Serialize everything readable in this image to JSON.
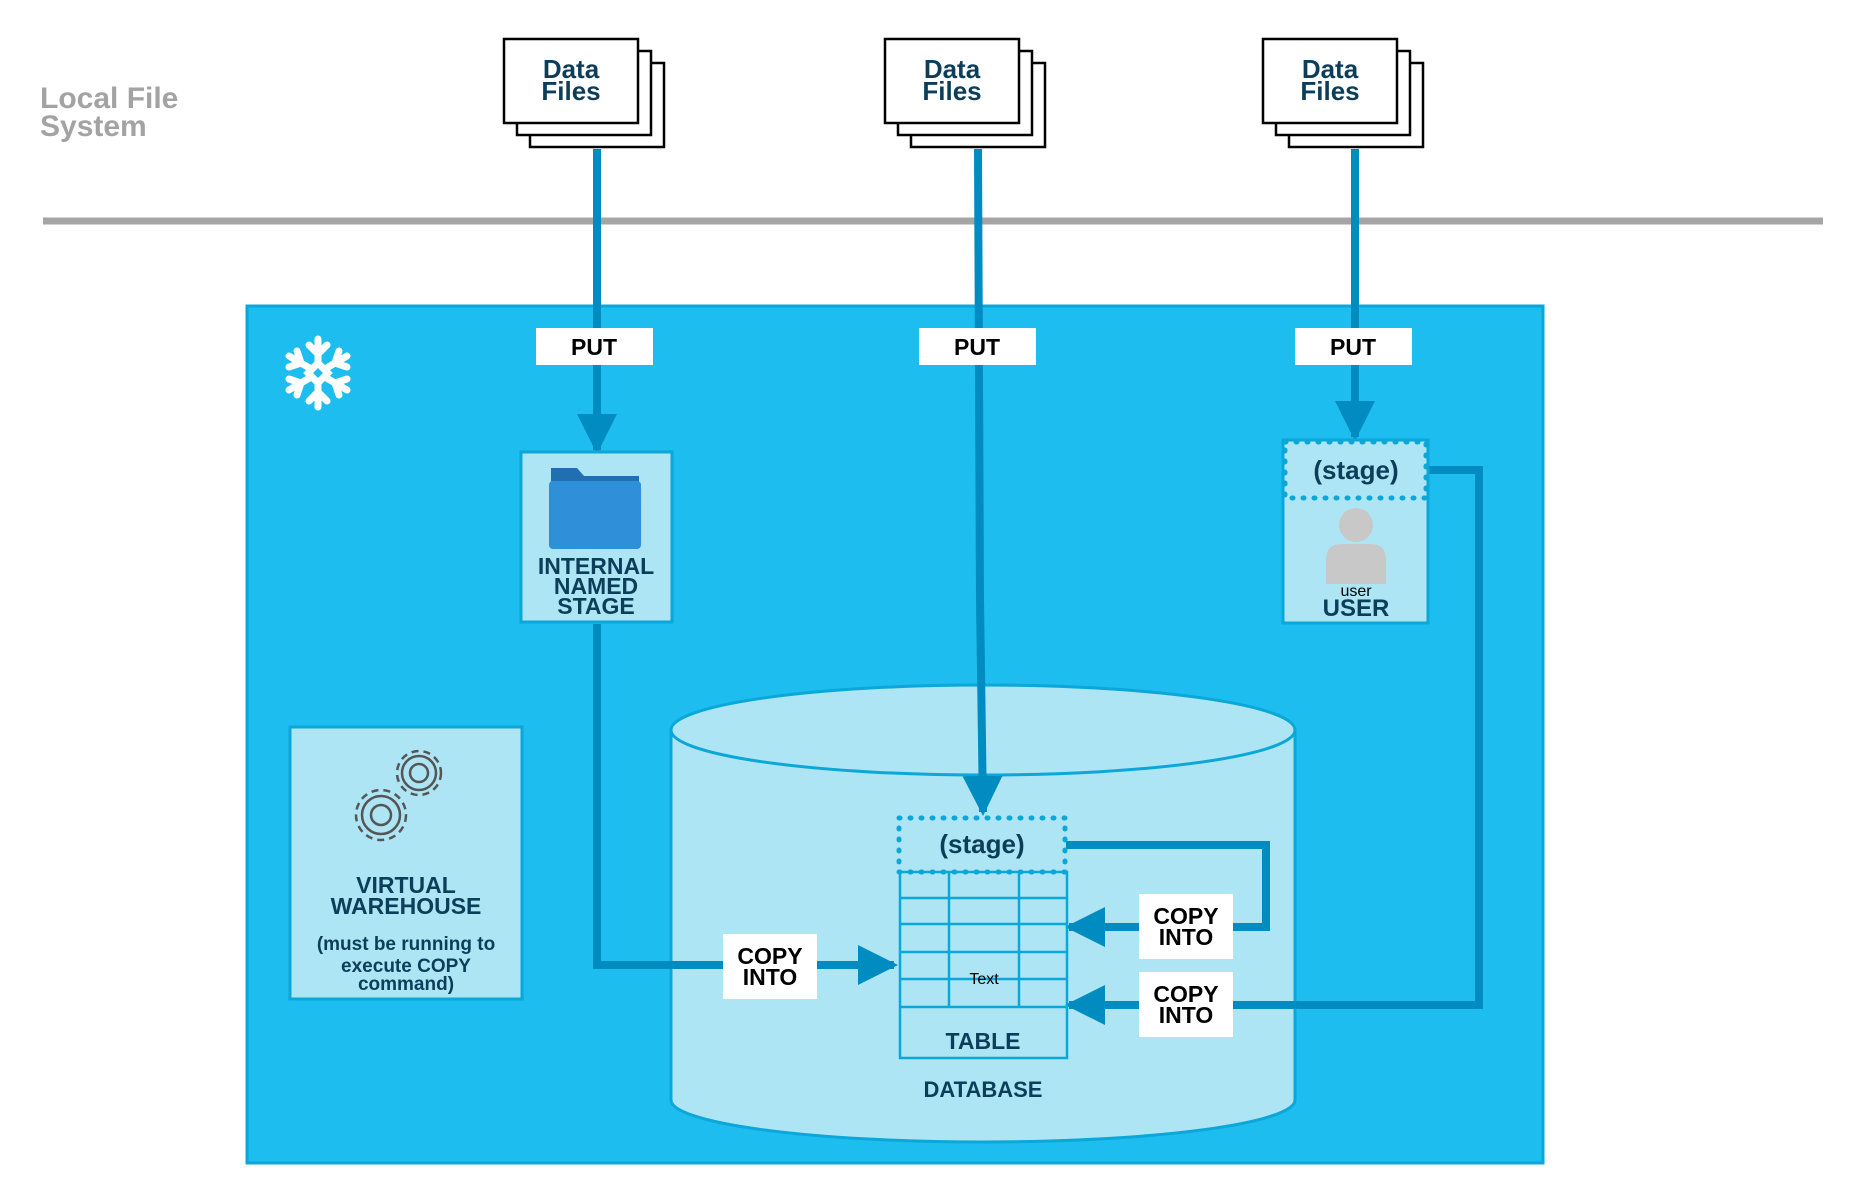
{
  "labels": {
    "local_fs": [
      "Local File",
      "System"
    ],
    "data_files": [
      "Data",
      "Files"
    ],
    "put": "PUT",
    "internal_named_stage": [
      "INTERNAL",
      "NAMED",
      "STAGE"
    ],
    "stage": "(stage)",
    "user_caption": "user",
    "user": "USER",
    "virtual_warehouse": [
      "VIRTUAL",
      "WAREHOUSE"
    ],
    "warehouse_note": [
      "(must be running to",
      "execute COPY",
      "command)"
    ],
    "copy_into": [
      "COPY",
      "INTO"
    ],
    "table_cell_text": "Text",
    "table": "TABLE",
    "database": "DATABASE"
  },
  "colors": {
    "snowflake_region": "#1dbdef",
    "light_panel": "#ade5f5",
    "arrow": "#008cc1",
    "panel_border": "#0aa7d8",
    "dark_text": "#0c3e5a",
    "gray_text": "#a3a3a3",
    "divider": "#a5a5a5",
    "folder": "#2f8fd8",
    "gear": "#555555",
    "user_icon": "#c8c8c8"
  },
  "icons": {
    "logo": "snowflake-logo-icon",
    "folder": "folder-icon",
    "user": "user-silhouette-icon",
    "gears": "gears-icon"
  }
}
